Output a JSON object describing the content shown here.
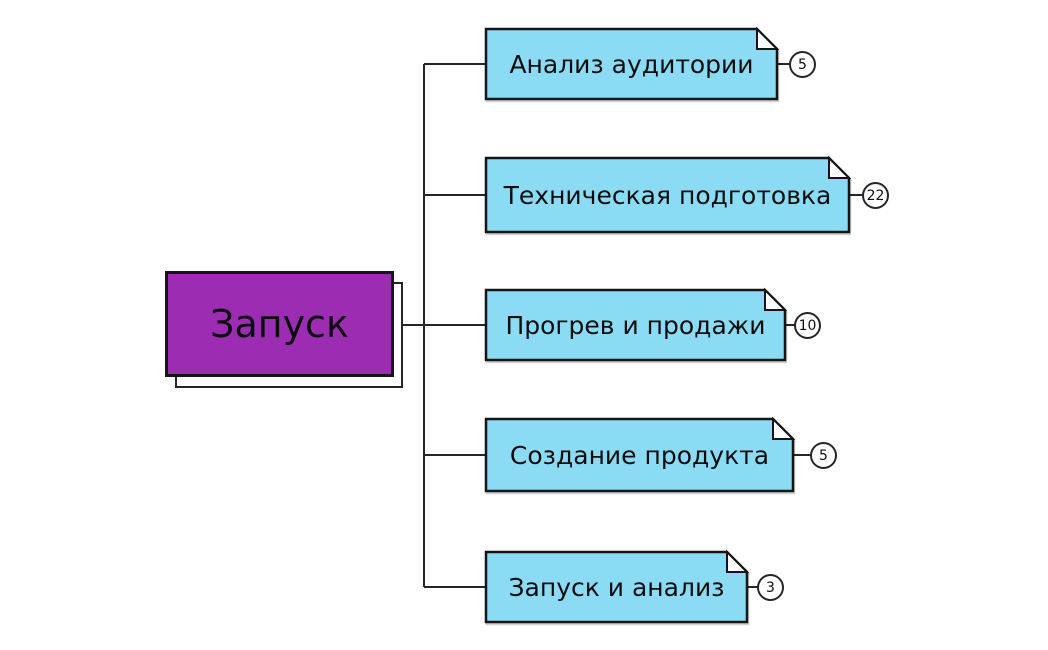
{
  "root": {
    "label": "Запуск"
  },
  "children": [
    {
      "label": "Анализ аудитории",
      "badge": "5"
    },
    {
      "label": "Техническая подготовка",
      "badge": "22"
    },
    {
      "label": "Прогрев и продажи",
      "badge": "10"
    },
    {
      "label": "Создание продукта",
      "badge": "5"
    },
    {
      "label": "Запуск и анализ",
      "badge": "3"
    }
  ],
  "colors": {
    "root_fill": "#9C2DB3",
    "child_fill": "#8BDBF5",
    "line": "#262626",
    "badge_fill": "#FFFFFF",
    "text": "#0D0D0D"
  }
}
